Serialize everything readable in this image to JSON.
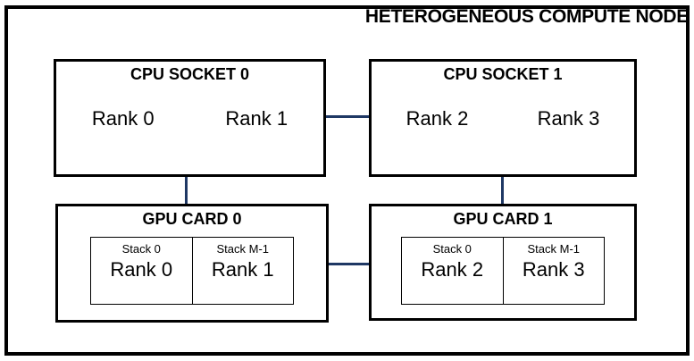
{
  "diagram": {
    "title": "HETEROGENEOUS COMPUTE NODE",
    "colors": {
      "connector": "#1f3864",
      "box_border": "#000000",
      "background": "#ffffff",
      "text": "#000000"
    },
    "cpu_sockets": [
      {
        "title": "CPU SOCKET 0",
        "ranks": [
          "Rank 0",
          "Rank 1"
        ]
      },
      {
        "title": "CPU SOCKET 1",
        "ranks": [
          "Rank 2",
          "Rank 3"
        ]
      }
    ],
    "gpu_cards": [
      {
        "title": "GPU CARD 0",
        "stacks": [
          {
            "label": "Stack 0",
            "rank": "Rank 0"
          },
          {
            "label": "Stack M-1",
            "rank": "Rank 1"
          }
        ]
      },
      {
        "title": "GPU CARD 1",
        "stacks": [
          {
            "label": "Stack 0",
            "rank": "Rank 2"
          },
          {
            "label": "Stack M-1",
            "rank": "Rank 3"
          }
        ]
      }
    ],
    "connections": [
      {
        "from": "CPU SOCKET 0",
        "to": "CPU SOCKET 1"
      },
      {
        "from": "GPU CARD 0",
        "to": "GPU CARD 1"
      },
      {
        "from": "CPU SOCKET 0",
        "to": "GPU CARD 0"
      },
      {
        "from": "CPU SOCKET 1",
        "to": "GPU CARD 1"
      }
    ]
  }
}
